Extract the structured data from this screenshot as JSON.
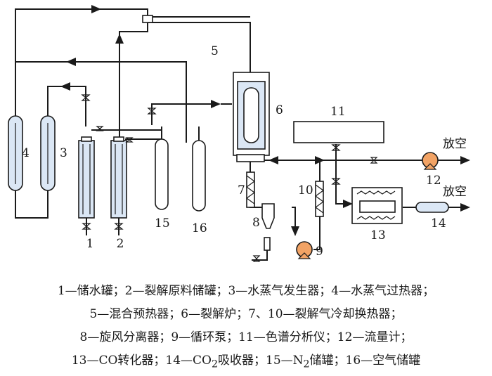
{
  "diagram": {
    "labels": {
      "n1": "1",
      "n2": "2",
      "n3": "3",
      "n4": "4",
      "n5": "5",
      "n6": "6",
      "n7": "7",
      "n8": "8",
      "n9": "9",
      "n10": "10",
      "n11": "11",
      "n12": "12",
      "n13": "13",
      "n14": "14",
      "n15": "15",
      "n16": "16"
    },
    "vent_top": "放空",
    "vent_bottom": "放空"
  },
  "caption": {
    "line1": "1—储水罐；2—裂解原料储罐；3—水蒸气发生器；4—水蒸气过热器；",
    "line2": "5—混合预热器；6—裂解炉；7、10—裂解气冷却换热器；",
    "line3": "8—旋风分离器；9—循环泵；11—色谱分析仪；12—流量计；",
    "line4_a": "13—CO转化器；14—CO",
    "line4_sub1": "2",
    "line4_b": "吸收器；15—N",
    "line4_sub2": "2",
    "line4_c": "储罐；16—空气储罐"
  }
}
